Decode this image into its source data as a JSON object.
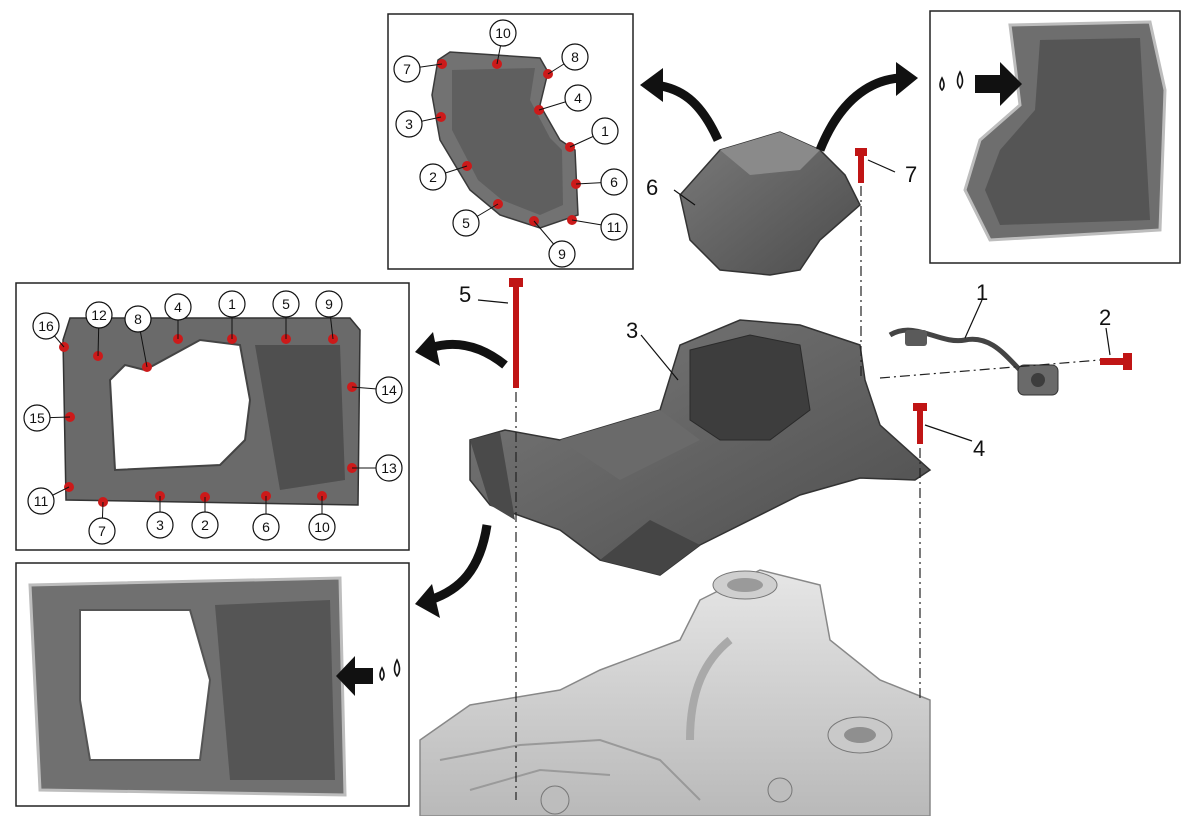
{
  "parts": {
    "p1": "1",
    "p2": "2",
    "p3": "3",
    "p4": "4",
    "p5": "5",
    "p6": "6",
    "p7": "7"
  },
  "upper_pan_sequence": [
    "1",
    "2",
    "3",
    "4",
    "5",
    "6",
    "7",
    "8",
    "9",
    "10",
    "11"
  ],
  "lower_pan_sequence": [
    "1",
    "2",
    "3",
    "4",
    "5",
    "6",
    "7",
    "8",
    "9",
    "10",
    "11",
    "12",
    "13",
    "14",
    "15",
    "16"
  ],
  "icons": {
    "sealant_drops_upper": "sealant-drops-icon",
    "sealant_drops_lower": "sealant-drops-icon",
    "direction_arrows": "curved-arrow-icon"
  },
  "colors": {
    "bolt_marker": "#cc1a1a",
    "part_grey": "#5f5f5f",
    "part_dark": "#4a4a4a",
    "engine_light": "#d8d8d8",
    "frame": "#222222"
  }
}
